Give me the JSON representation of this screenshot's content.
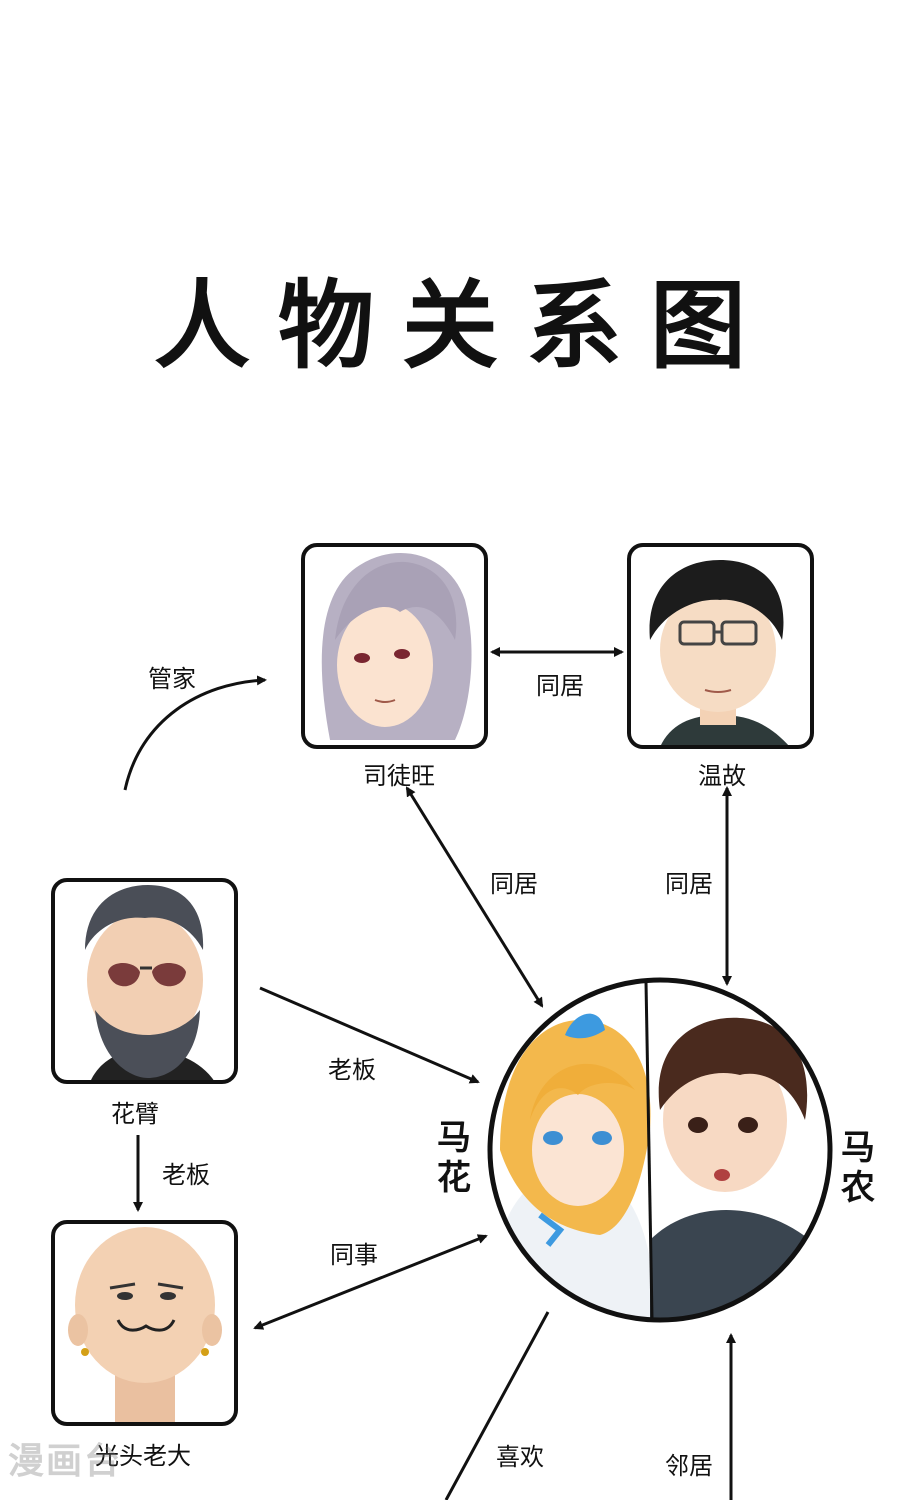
{
  "title": "人物关系图",
  "characters": {
    "situ_wang": "司徒旺",
    "wen_gu": "温故",
    "hua_bi": "花臂",
    "bald_boss": "光头老大",
    "ma_hua": "马花",
    "ma_nong": "马农"
  },
  "relations": {
    "butler": "管家",
    "cohabit_top": "同居",
    "cohabit_left": "同居",
    "cohabit_right": "同居",
    "boss_1": "老板",
    "boss_2": "老板",
    "coworker": "同事",
    "like": "喜欢",
    "neighbor": "邻居"
  },
  "watermark": "漫画台",
  "icons": [
    "portrait-silver-hair",
    "portrait-glasses",
    "portrait-beard-sunglasses",
    "portrait-bald",
    "portrait-blonde-girl",
    "portrait-brown-hair-boy"
  ]
}
